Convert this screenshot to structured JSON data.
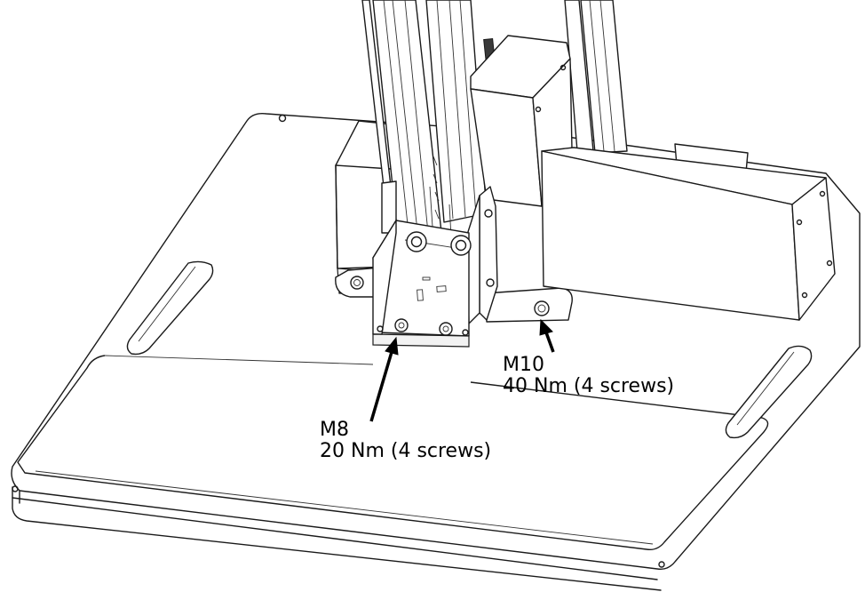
{
  "callouts": {
    "m10": {
      "size": "M10",
      "torque": "40 Nm (4 screws)"
    },
    "m8": {
      "size": "M8",
      "torque": "20 Nm (4 screws)"
    }
  },
  "colors": {
    "line": "#1a1a1a",
    "text": "#000000",
    "background": "#ffffff"
  }
}
